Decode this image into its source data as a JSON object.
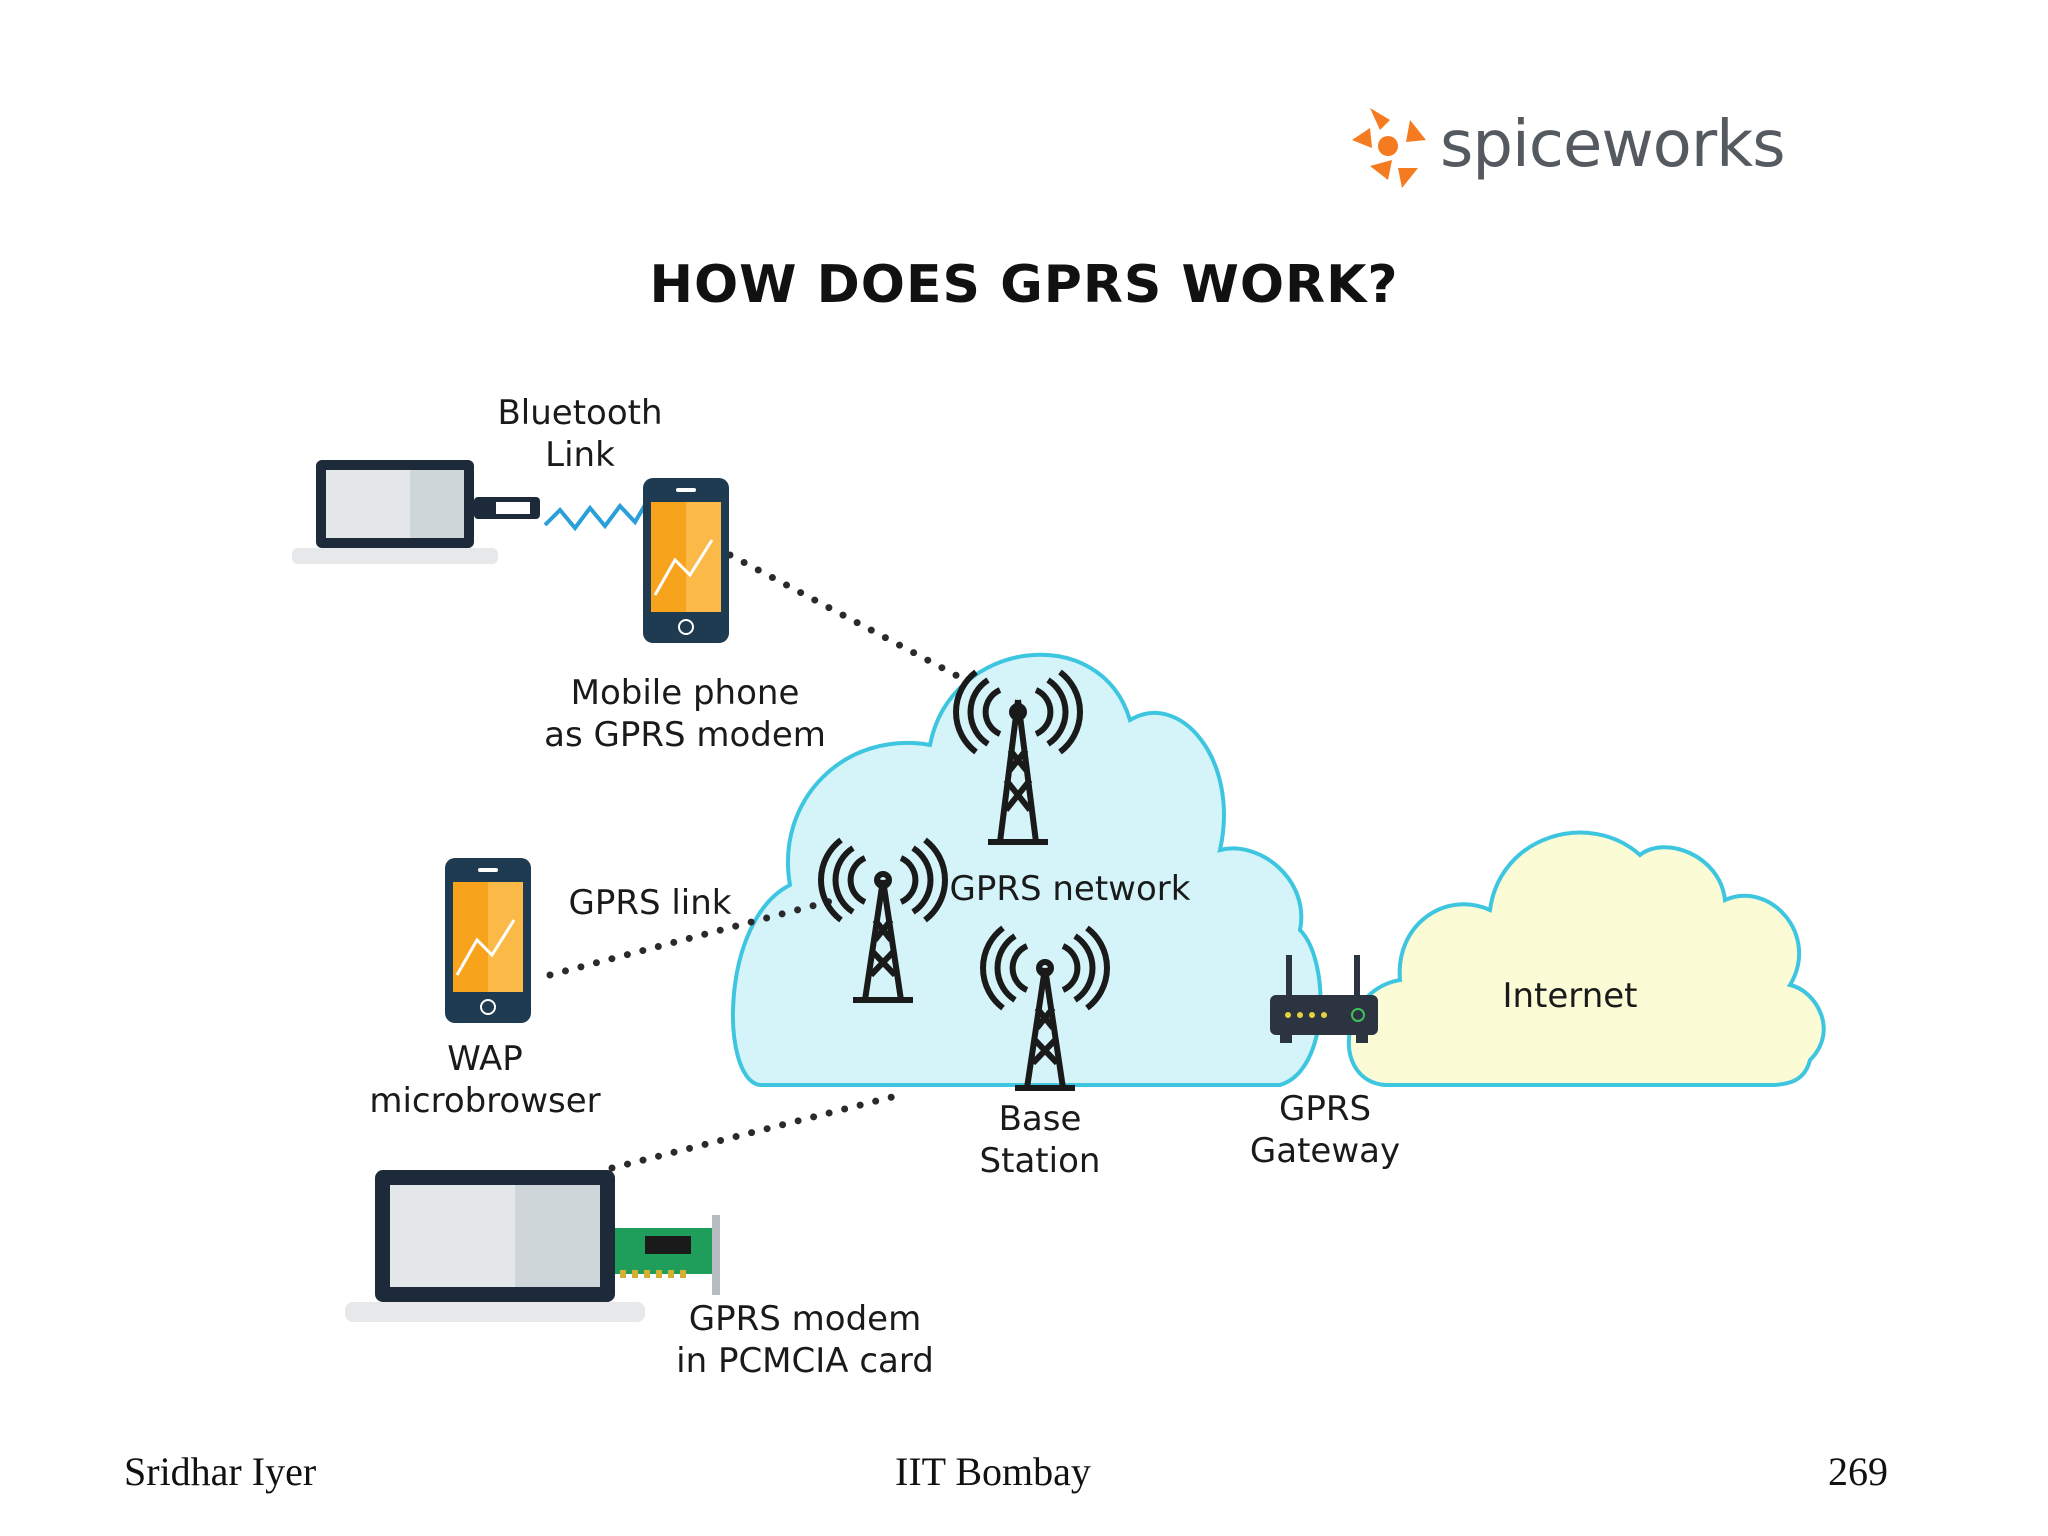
{
  "brand": {
    "name": "spiceworks",
    "accent": "#f47b20",
    "text_color": "#555a60"
  },
  "title": "HOW DOES GPRS WORK?",
  "labels": {
    "bluetooth_link": [
      "Bluetooth",
      "Link"
    ],
    "mobile_phone": [
      "Mobile phone",
      "as GPRS modem"
    ],
    "gprs_link": "GPRS link",
    "wap": [
      "WAP",
      "microbrowser"
    ],
    "gprs_network": "GPRS network",
    "base_station": [
      "Base",
      "Station"
    ],
    "gprs_gateway": [
      "GPRS",
      "Gateway"
    ],
    "internet": "Internet",
    "pcmcia": [
      "GPRS modem",
      "in PCMCIA card"
    ]
  },
  "colors": {
    "gprs_cloud_fill": "#d4f4f9",
    "gprs_cloud_stroke": "#3ec6e0",
    "internet_cloud_fill": "#fbfbd6",
    "internet_cloud_stroke": "#3ec6e0",
    "phone_screen": "#f7a31c",
    "phone_body": "#1f3b52",
    "bluetooth_wave": "#2a9fd8"
  },
  "footer": {
    "author": "Sridhar Iyer",
    "institution": "IIT Bombay",
    "page_number": "269"
  }
}
